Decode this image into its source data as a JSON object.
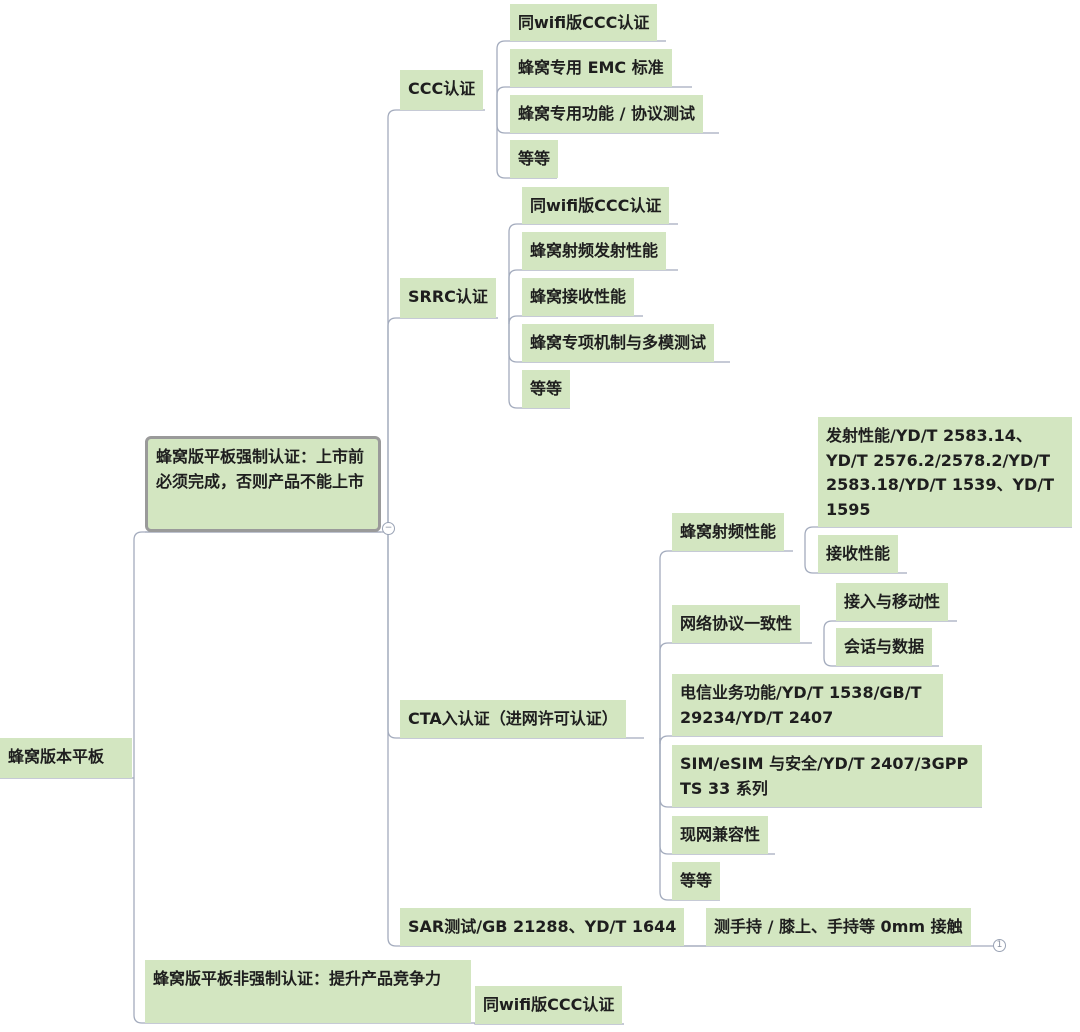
{
  "root": "蜂窝版本平板",
  "mandatory": {
    "label": "蜂窝版平板强制认证：上市前必须完成，否则产品不能上市",
    "ccc": {
      "label": "CCC认证",
      "children": [
        "同wifi版CCC认证",
        "蜂窝专用 EMC 标准",
        "蜂窝专用功能 / 协议测试",
        "等等"
      ]
    },
    "srrc": {
      "label": "SRRC认证",
      "children": [
        "同wifi版CCC认证",
        "蜂窝射频发射性能",
        "蜂窝接收性能",
        "蜂窝专项机制与多模测试",
        "等等"
      ]
    },
    "cta": {
      "label": "CTA入认证（进网许可认证）",
      "rf": {
        "label": "蜂窝射频性能",
        "children": [
          "发射性能/YD/T 2583.14、YD/T 2576.2/2578.2/YD/T 2583.18/YD/T 1539、YD/T 1595",
          "接收性能"
        ]
      },
      "protocol": {
        "label": "网络协议一致性",
        "children": [
          "接入与移动性",
          "会话与数据"
        ]
      },
      "telecom": "电信业务功能/YD/T 1538/GB/T 29234/YD/T 2407",
      "sim": "SIM/eSIM 与安全/YD/T 2407/3GPP TS 33 系列",
      "compat": "现网兼容性",
      "etc": "等等"
    },
    "sar": {
      "label": "SAR测试/GB 21288、YD/T 1644",
      "child": "测手持 / 膝上、手持等 0mm 接触",
      "badge": "1"
    },
    "collapse": "−"
  },
  "optional": {
    "label": "蜂窝版平板非强制认证：提升产品竞争力",
    "child": "同wifi版CCC认证"
  }
}
